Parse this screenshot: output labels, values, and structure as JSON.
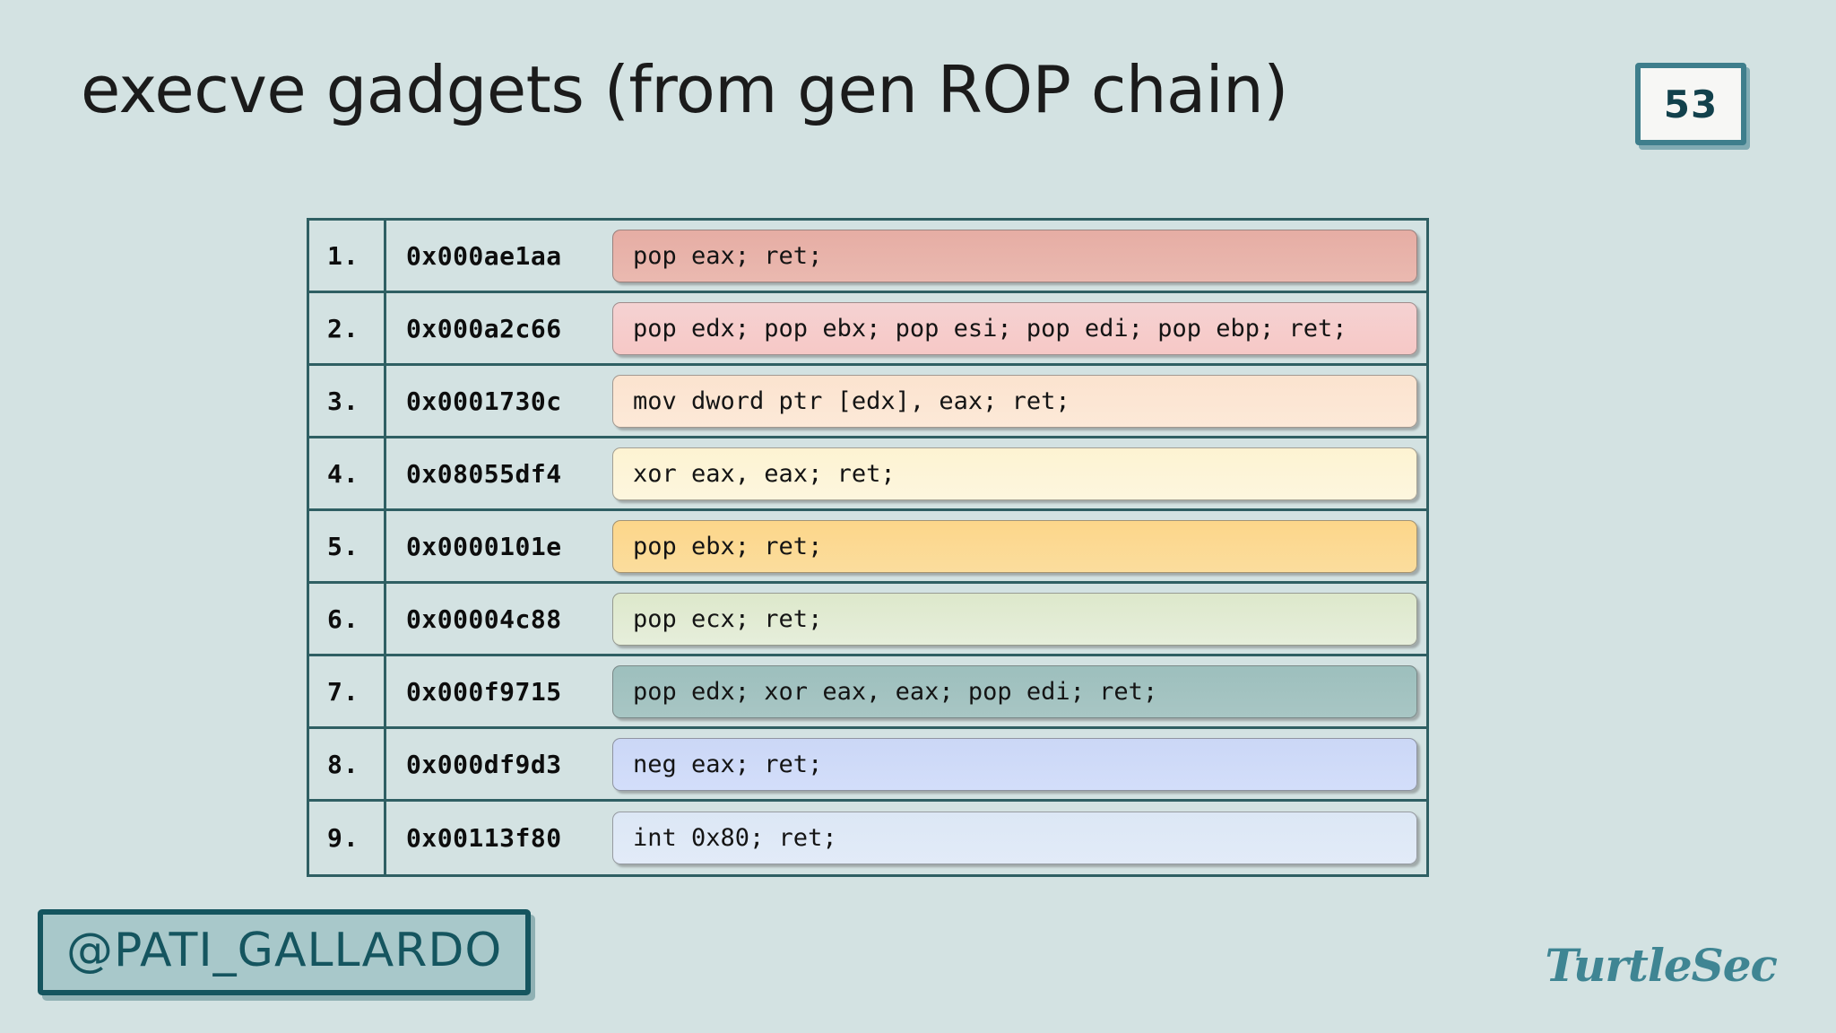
{
  "slide": {
    "title": "execve gadgets (from gen ROP chain)",
    "number": "53",
    "background_color": "#d3e2e2",
    "accent_color": "#3e7e8c"
  },
  "table": {
    "rows": [
      {
        "index": "1.",
        "address": "0x000ae1aa",
        "gadget": "pop eax; ret;",
        "color_start": "#e6ada4",
        "color_end": "#eab9b0"
      },
      {
        "index": "2.",
        "address": "0x000a2c66",
        "gadget": "pop edx; pop ebx; pop esi; pop edi; pop ebp; ret;",
        "color_start": "#f5d2d2",
        "color_end": "#f6c8c6"
      },
      {
        "index": "3.",
        "address": "0x0001730c",
        "gadget": "mov dword ptr [edx], eax; ret;",
        "color_start": "#fbe3cf",
        "color_end": "#fde9d8"
      },
      {
        "index": "4.",
        "address": "0x08055df4",
        "gadget": "xor eax, eax; ret;",
        "color_start": "#fdf3d2",
        "color_end": "#fdf6de"
      },
      {
        "index": "5.",
        "address": "0x0000101e",
        "gadget": "pop ebx; ret;",
        "color_start": "#fcd68a",
        "color_end": "#fbdd9d"
      },
      {
        "index": "6.",
        "address": "0x00004c88",
        "gadget": "pop ecx; ret;",
        "color_start": "#dde8cb",
        "color_end": "#e6eedb"
      },
      {
        "index": "7.",
        "address": "0x000f9715",
        "gadget": "pop edx; xor eax, eax; pop edi; ret;",
        "color_start": "#9dbfbd",
        "color_end": "#a8c6c4"
      },
      {
        "index": "8.",
        "address": "0x000df9d3",
        "gadget": "neg eax; ret;",
        "color_start": "#cbd7f6",
        "color_end": "#d3defa"
      },
      {
        "index": "9.",
        "address": "0x00113f80",
        "gadget": "int 0x80; ret;",
        "color_start": "#dce7f5",
        "color_end": "#e2ebf8"
      }
    ]
  },
  "footer": {
    "handle": "@PATI_GALLARDO",
    "logo": "TurtleSec"
  }
}
